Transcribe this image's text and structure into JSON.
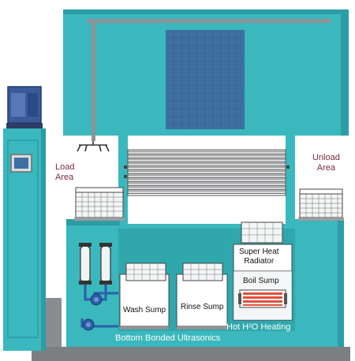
{
  "colors": {
    "teal": "#3ab8bd",
    "teal_dark": "#2a9ea4",
    "teal_shadow": "#1e7f86",
    "panel_blue": "#3e6fa3",
    "floor_gray": "#8a8d8f",
    "label_maroon": "#7a2a3a",
    "heater_red": "#e0503a"
  },
  "labels": {
    "load_area": "Load\nArea",
    "unload_area": "Unload\nArea",
    "wash_sump": "Wash Sump",
    "rinse_sump": "Rinse Sump",
    "super_heat_radiator": "Super Heat\nRadiator",
    "boil_sump": "Boil Sump",
    "hot_h2o_heating": "Hot H²O Heating",
    "bottom_bonded_ultrasonics": "Bottom Bonded Ultrasonics"
  }
}
